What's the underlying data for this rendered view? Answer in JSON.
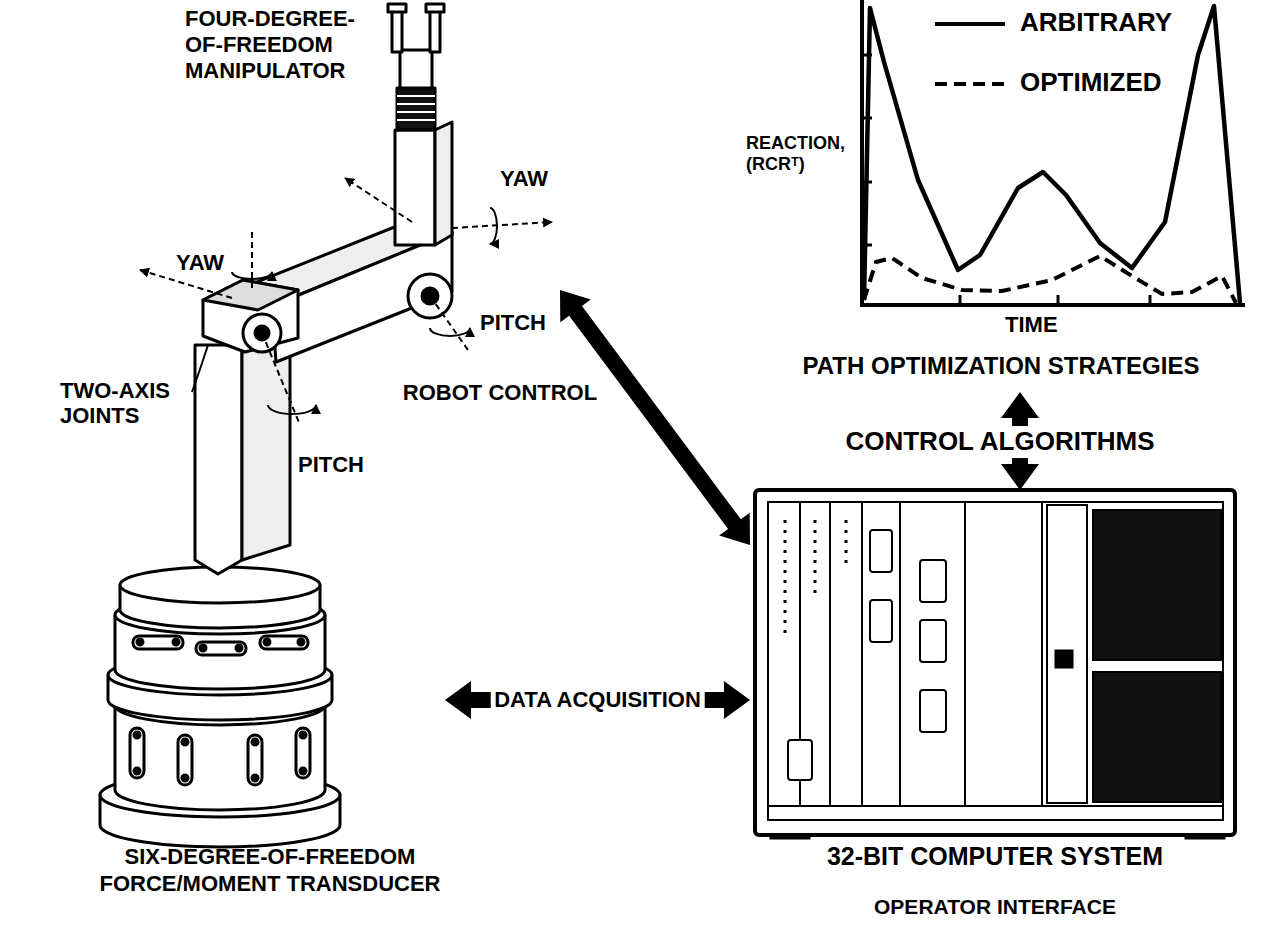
{
  "diagram": {
    "nodes": [
      {
        "text": [
          "FOUR-DEGREE-OF-FREEDOM MANIPULATOR"
        ]
      },
      {
        "text": [
          "SIX-DEGREE-OF-FREEDOM FORCE/MOMENT TRANSDUCER"
        ]
      },
      {
        "text": [
          "PATH OPTIMIZATION STRATEGIES"
        ]
      },
      {
        "text": [
          "32-BIT COMPUTER SYSTEM",
          "OPERATOR INTERFACE"
        ]
      }
    ],
    "edges": [
      {
        "from": 0,
        "to": 3,
        "label": "ROBOT CONTROL",
        "arrow": "both"
      },
      {
        "from": 1,
        "to": 3,
        "label": "DATA ACQUISITION",
        "arrow": "both"
      },
      {
        "from": 2,
        "to": 3,
        "label": "CONTROL ALGORITHMS",
        "arrow": "both"
      }
    ],
    "labels": [
      "YAW",
      "YAW",
      "PITCH",
      "TWO-AXIS JOINTS",
      "PITCH",
      "REACTION, (RCRᵀ)",
      "TIME"
    ],
    "legend": [
      {
        "text": "ARBITRARY"
      },
      {
        "text": "OPTIMIZED"
      }
    ]
  }
}
